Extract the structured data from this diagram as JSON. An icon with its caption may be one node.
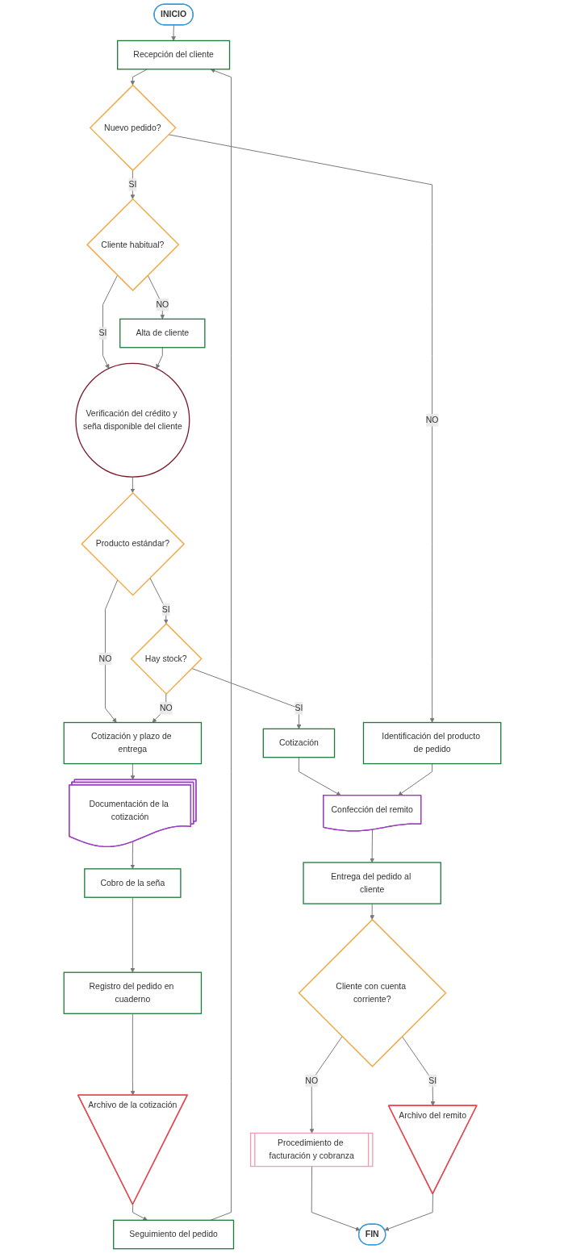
{
  "diagram": {
    "nodes": [
      {
        "text": [
          "INICIO"
        ]
      },
      {
        "text": [
          "Recepción del cliente"
        ]
      },
      {
        "text": [
          "Nuevo pedido?"
        ]
      },
      {
        "text": [
          "Cliente habitual?"
        ]
      },
      {
        "text": [
          "Alta de cliente"
        ]
      },
      {
        "text": [
          "Identificación del producto de pedido"
        ]
      },
      {
        "text": [
          "Verificación del crédito y seña disponible del cliente"
        ]
      },
      {
        "text": [
          "Producto estándar?"
        ]
      },
      {
        "text": [
          "Hay stock?"
        ]
      },
      {
        "text": [
          "Cotización y plazo de entrega"
        ]
      },
      {
        "text": [
          "Cotización"
        ]
      },
      {
        "text": [
          "Documentación de la cotización"
        ]
      },
      {
        "text": [
          "Confección del remito"
        ]
      },
      {
        "text": [
          "Cobro de la seña"
        ]
      },
      {
        "text": [
          "Entrega del pedido al cliente"
        ]
      },
      {
        "text": [
          "Registro del pedido en cuaderno"
        ]
      },
      {
        "text": [
          "Archivo de la cotización"
        ]
      },
      {
        "text": [
          "Seguimiento del pedido"
        ]
      },
      {
        "text": [
          "Cliente con cuenta corriente?"
        ]
      },
      {
        "text": [
          "Procedimiento de facturación y cobranza"
        ]
      },
      {
        "text": [
          "Archivo del remito"
        ]
      },
      {
        "text": [
          "FIN"
        ]
      }
    ],
    "edges": [
      {
        "from": 0,
        "to": 1,
        "arrow": "to"
      },
      {
        "from": 1,
        "to": 2,
        "arrow": "to"
      },
      {
        "from": 2,
        "to": 3,
        "arrow": "to",
        "label": "SI"
      },
      {
        "from": 3,
        "to": 4,
        "arrow": "to",
        "label": "NO"
      },
      {
        "from": 2,
        "to": 5,
        "arrow": "to",
        "label": "NO"
      },
      {
        "from": 3,
        "to": 6,
        "arrow": "to",
        "label": "SI"
      },
      {
        "from": 4,
        "to": 6,
        "arrow": "to"
      },
      {
        "from": 6,
        "to": 7,
        "arrow": "to"
      },
      {
        "from": 7,
        "to": 9,
        "arrow": "to",
        "label": "NO"
      },
      {
        "from": 7,
        "to": 8,
        "arrow": "to",
        "label": "SI"
      },
      {
        "from": 8,
        "to": 9,
        "arrow": "to",
        "label": "NO"
      },
      {
        "from": 8,
        "to": 10,
        "arrow": "to",
        "label": "SI"
      },
      {
        "from": 9,
        "to": 11,
        "arrow": "to"
      },
      {
        "from": 10,
        "to": 12,
        "arrow": "to"
      },
      {
        "from": 5,
        "to": 12,
        "arrow": "to"
      },
      {
        "from": 11,
        "to": 13,
        "arrow": "to"
      },
      {
        "from": 12,
        "to": 14,
        "arrow": "to"
      },
      {
        "from": 13,
        "to": 15,
        "arrow": "to"
      },
      {
        "from": 15,
        "to": 16,
        "arrow": "to"
      },
      {
        "from": 16,
        "to": 17,
        "arrow": "to"
      },
      {
        "from": 17,
        "to": 1,
        "arrow": "to"
      },
      {
        "from": 14,
        "to": 18,
        "arrow": "to"
      },
      {
        "from": 18,
        "to": 19,
        "arrow": "to",
        "label": "NO"
      },
      {
        "from": 18,
        "to": 20,
        "arrow": "to",
        "label": "SI"
      },
      {
        "from": 19,
        "to": 21,
        "arrow": "to"
      },
      {
        "from": 20,
        "to": 21,
        "arrow": "to"
      }
    ]
  }
}
